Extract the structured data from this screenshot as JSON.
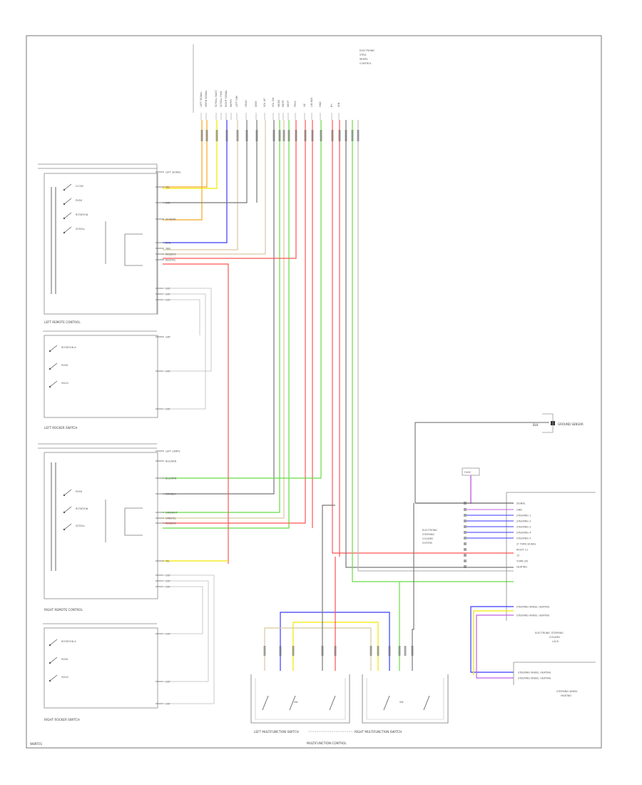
{
  "page": {
    "footer_code": "W8RT01"
  },
  "colors": {
    "orange": "#f5a623",
    "yellow": "#f2e600",
    "blue": "#3a3aff",
    "green": "#66dd44",
    "red": "#ff5555",
    "grey": "#777777",
    "tan": "#d8c9a0",
    "violet": "#c060e0",
    "lightgrey": "#bbbbbb"
  },
  "top_block": {
    "title_lines": [
      "ELECTRONIC",
      "STRG.",
      "WHEEL",
      "CONTROL"
    ],
    "pin_labels": [
      "LEFT SIGNAL",
      "HORN SIGNAL",
      "SCROLL BACK",
      "SCROLL FWD",
      "RIGHT SIGNAL",
      "WIPER",
      "LEFT DIM",
      "HEAD",
      "SEEK",
      "VOL UP",
      "VOL DN",
      "MODE",
      "MUTE",
      "NEXT",
      "PREV",
      "HZ",
      "LIN BUS",
      "GND",
      "B+",
      "IGN"
    ]
  },
  "left_remote": {
    "caption": "LEFT REMOTE CONTROL",
    "switch_labels": [
      "CLOSE",
      "PUSH",
      "ROTATION",
      "SCROLL"
    ],
    "pins": [
      "LEFT SIGNAL",
      "YEL",
      "GRY",
      "VIO/BRN",
      "BRN",
      "TAN",
      "RED/BLK",
      "RED/YEL",
      "GRY",
      "GRY",
      "GRY"
    ]
  },
  "left_rocker": {
    "caption": "LEFT ROCKER SWITCH",
    "switch_labels": [
      "ROTATION A",
      "PUSH",
      "HOLD"
    ],
    "pins": [
      "GRY",
      "GRY",
      "GRY"
    ]
  },
  "right_remote": {
    "caption": "RIGHT REMOTE CONTROL",
    "switch_labels": [
      "PUSH",
      "ROTATION",
      "SCROLL"
    ],
    "pins": [
      "LEFT LAMPS",
      "BLK/GRN",
      "BLU/GRN",
      "GRY/BLK",
      "GRN/WHT",
      "GRN/YEL",
      "RED/BLK",
      "YEL",
      "GRY",
      "GRY",
      "GRY"
    ]
  },
  "right_rocker": {
    "caption": "RIGHT ROCKER SWITCH",
    "switch_labels": [
      "ROTATION A",
      "PUSH",
      "HOLD"
    ],
    "pins": [
      "GRY",
      "GRY",
      "GRY"
    ]
  },
  "ground": {
    "label": "GROUND SENSOR",
    "wire": "BLK"
  },
  "module": {
    "caption_lines": [
      "ELECTRONIC STEERING",
      "COLUMN",
      "LOCK"
    ],
    "side_note_lines": [
      "ELECTRONIC",
      "STEERING",
      "COLUMN",
      "SYSTEM"
    ],
    "top_label": "FUSE",
    "pins": [
      "SIGNAL",
      "GND",
      "STEERING 1",
      "STEERING 2",
      "STEERING 3",
      "STEERING 4",
      "STEERING 5",
      "LT TURN SIGNAL",
      "RIGHT 12",
      "12",
      "TURN LIN",
      "HEATING"
    ],
    "bus_pins": [
      "STEERING WHEEL HEATING",
      "STEERING WHEEL HEATING"
    ]
  },
  "heating_switch": {
    "caption_lines": [
      "STEERING WHEEL",
      "HEATING"
    ],
    "pins": [
      "STEERING WHEEL HEATING",
      "STEERING WHEEL HEATING"
    ]
  },
  "bottom": {
    "left_caption": "LEFT MULTIFUNCTION SWITCH",
    "right_caption": "RIGHT MULTIFUNCTION SWITCH",
    "main_caption": "MULTIFUNCTION CONTROL",
    "center_left": "SW",
    "center_right": "SW"
  }
}
